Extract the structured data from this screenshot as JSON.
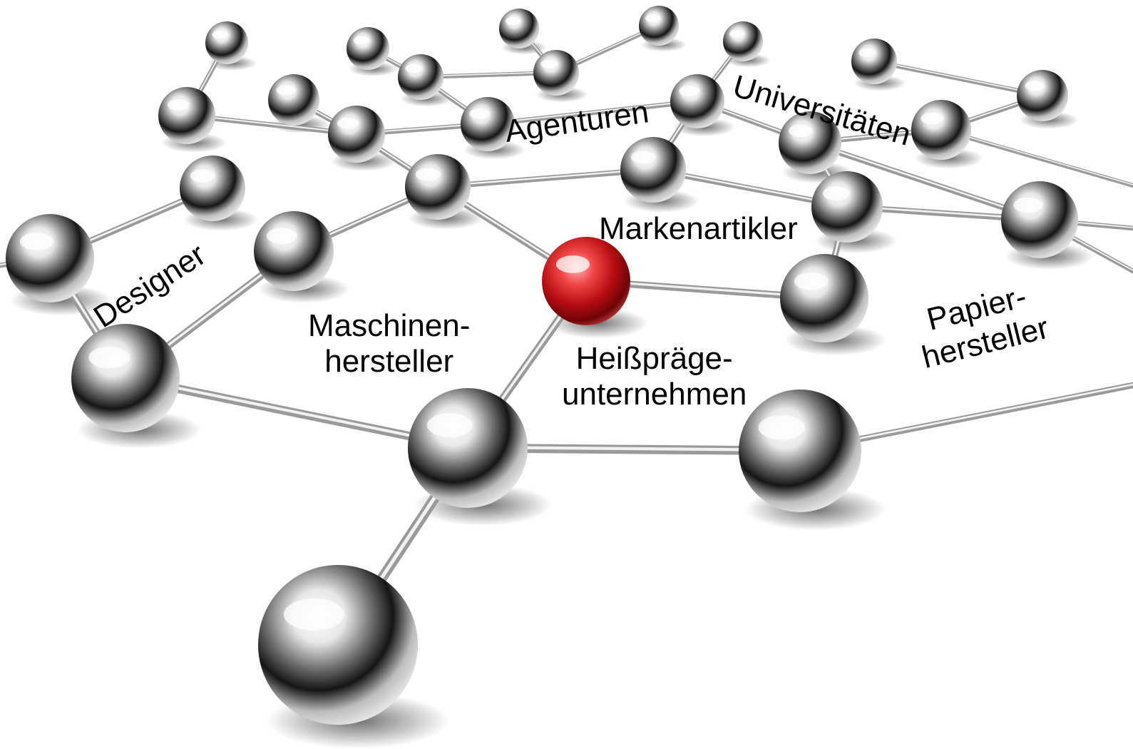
{
  "nodes_labels": {
    "agenturen": "Agenturen",
    "universitaeten": "Universitäten",
    "markenartikler": "Markenartikler",
    "designer": "Designer",
    "maschinen_line1": "Maschinen-",
    "maschinen_line2": "hersteller",
    "heisspraege_line1": "Heißpräge-",
    "heisspraege_line2": "unternehmen",
    "papier_line1": "Papier-",
    "papier_line2": "hersteller"
  },
  "colors": {
    "background": "#ffffff",
    "chrome_sphere": "#c8c8c8",
    "highlight_sphere": "#d0161b",
    "connector": "#b0b0b0",
    "label_text": "#000000"
  }
}
